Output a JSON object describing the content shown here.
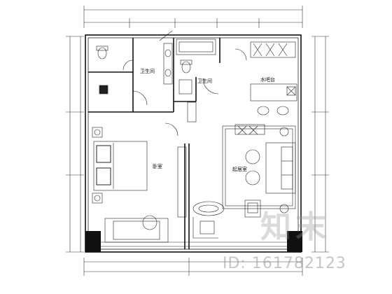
{
  "rooms": {
    "bathroom_main": "卫生间",
    "bathroom_small": "卫生间",
    "bar": "水吧台",
    "bedroom": "卧室",
    "living": "起居室"
  },
  "watermark": {
    "logo": "知末",
    "id": "ID: 161782123"
  },
  "colors": {
    "wall": "#111111",
    "line": "#222222",
    "watermark": "#969696"
  }
}
